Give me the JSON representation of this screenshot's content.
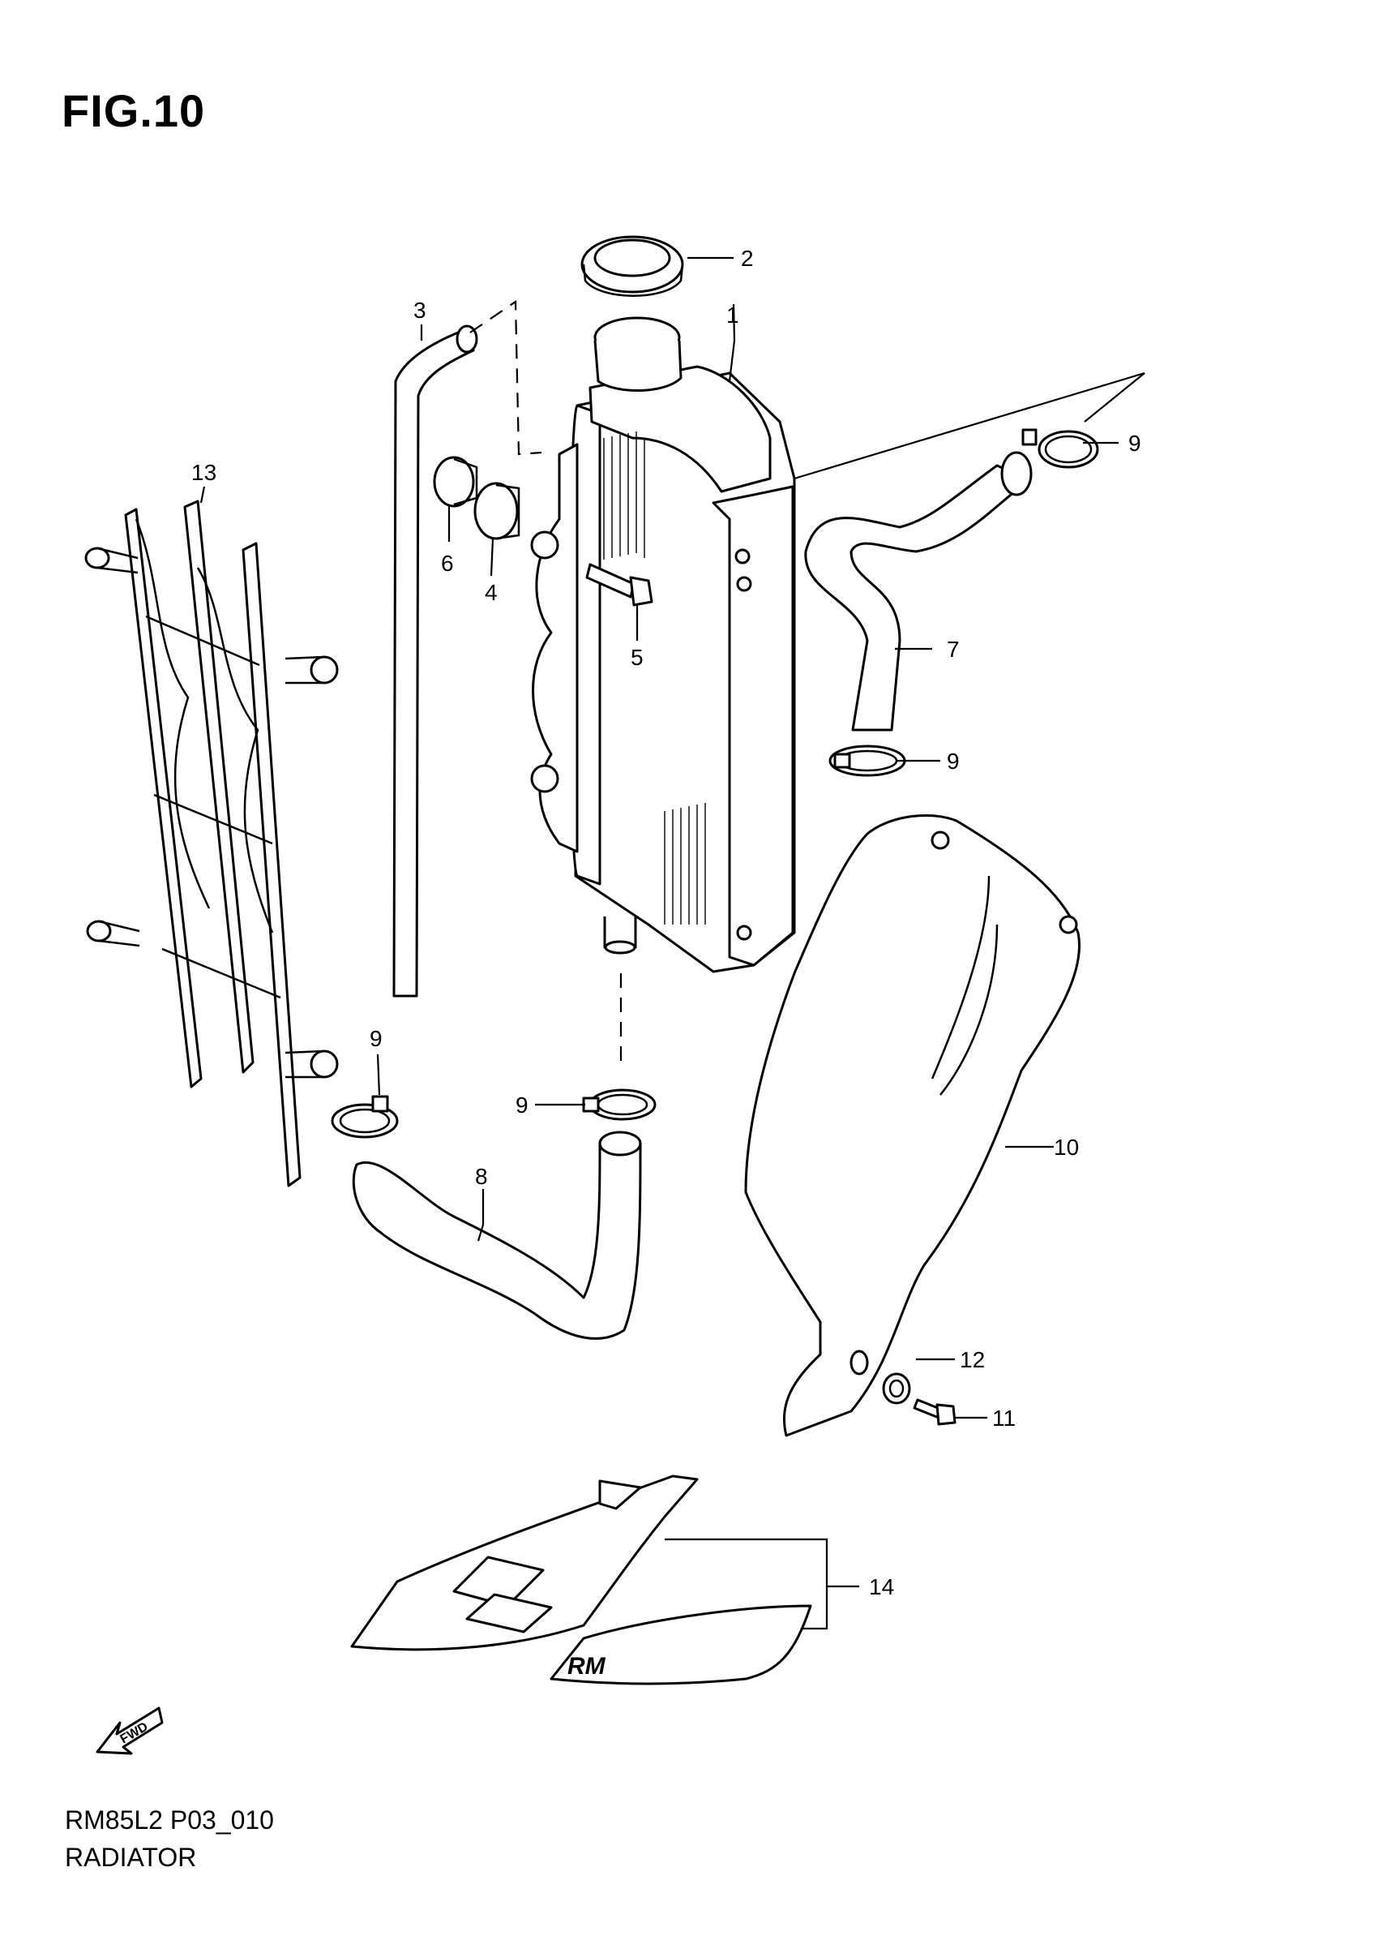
{
  "figure": {
    "title": "FIG.10"
  },
  "footer": {
    "code": "RM85L2 P03_010",
    "name": "RADIATOR"
  },
  "callouts": {
    "c1": "1",
    "c2": "2",
    "c3": "3",
    "c4": "4",
    "c5": "5",
    "c6": "6",
    "c7": "7",
    "c8": "8",
    "c9a": "9",
    "c9b": "9",
    "c9c": "9",
    "c9d": "9",
    "c10": "10",
    "c11": "11",
    "c12": "12",
    "c13": "13",
    "c14": "14"
  },
  "fwd_badge": "FWD"
}
